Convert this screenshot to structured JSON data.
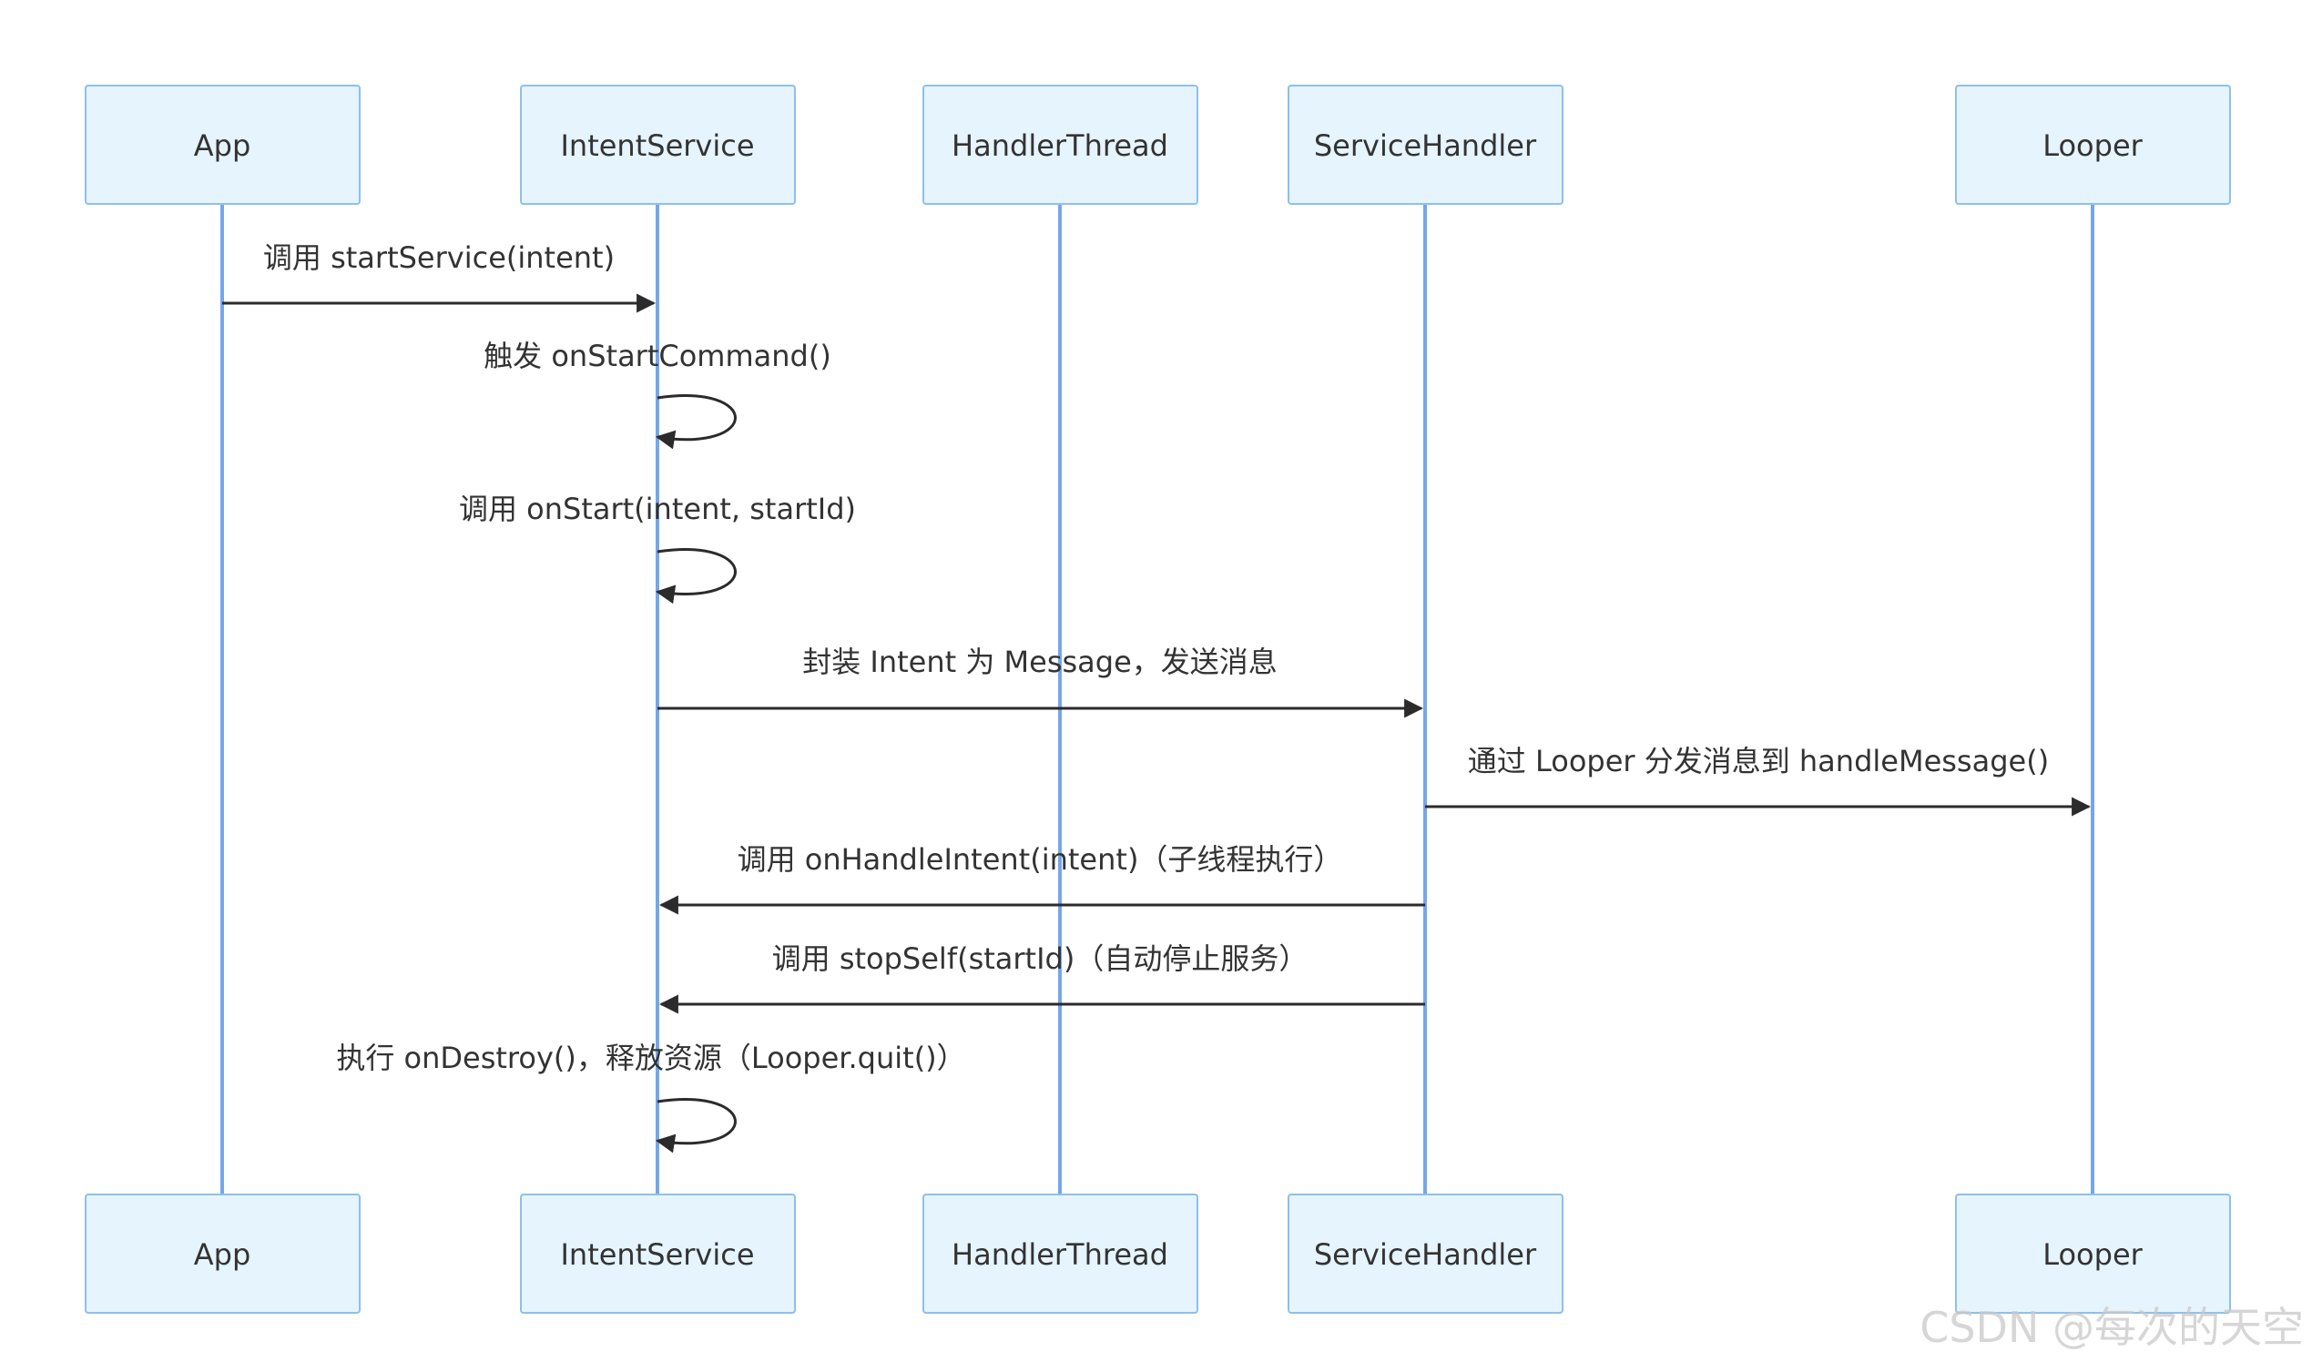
{
  "participants": [
    {
      "id": "app",
      "label": "App"
    },
    {
      "id": "intentservice",
      "label": "IntentService"
    },
    {
      "id": "handlerthread",
      "label": "HandlerThread"
    },
    {
      "id": "servicehandler",
      "label": "ServiceHandler"
    },
    {
      "id": "looper",
      "label": "Looper"
    }
  ],
  "messages": [
    {
      "from": "app",
      "to": "intentservice",
      "label": "调用 startService(intent)"
    },
    {
      "from": "intentservice",
      "to": "intentservice",
      "label": "触发 onStartCommand()"
    },
    {
      "from": "intentservice",
      "to": "intentservice",
      "label": "调用 onStart(intent, startId)"
    },
    {
      "from": "intentservice",
      "to": "servicehandler",
      "label": "封装 Intent 为 Message，发送消息"
    },
    {
      "from": "servicehandler",
      "to": "looper",
      "label": "通过 Looper 分发消息到 handleMessage()"
    },
    {
      "from": "servicehandler",
      "to": "intentservice",
      "label": "调用 onHandleIntent(intent)（子线程执行）"
    },
    {
      "from": "servicehandler",
      "to": "intentservice",
      "label": "调用 stopSelf(startId)（自动停止服务）"
    },
    {
      "from": "intentservice",
      "to": "intentservice",
      "label": "执行 onDestroy()，释放资源（Looper.quit()）"
    }
  ],
  "watermark": "CSDN @每次的天空",
  "colors": {
    "actor_fill": "#e6f4fd",
    "actor_stroke": "#8ec0ec",
    "lifeline": "#74a7ea",
    "message_line": "#2b2b2b",
    "text": "#333333",
    "watermark": "#c8c8c8"
  }
}
